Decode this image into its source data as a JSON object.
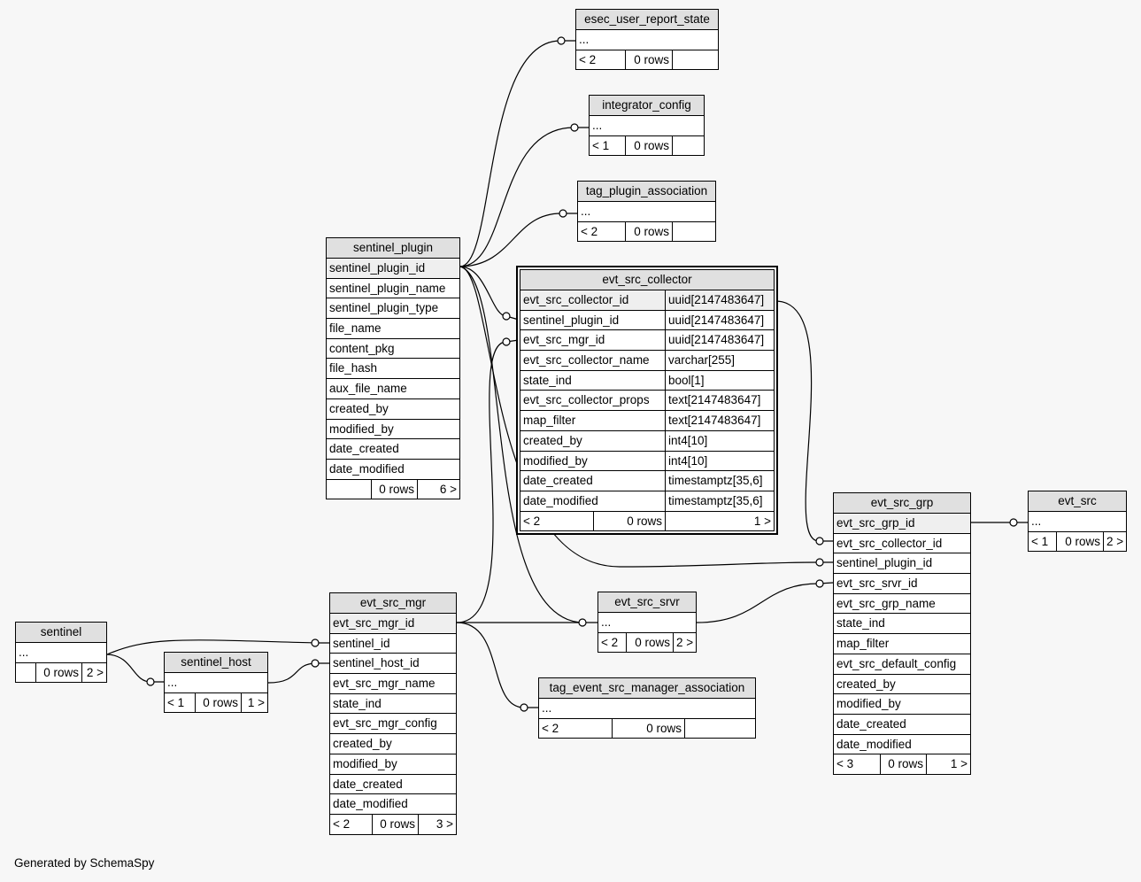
{
  "footer": "Generated by SchemaSpy",
  "tables": [
    {
      "id": "esec_user_report_state",
      "name": "esec_user_report_state",
      "rows": [
        {
          "cols": [
            "..."
          ]
        }
      ],
      "footer": [
        "< 2",
        "0 rows",
        ""
      ]
    },
    {
      "id": "integrator_config",
      "name": "integrator_config",
      "rows": [
        {
          "cols": [
            "..."
          ]
        }
      ],
      "footer": [
        "< 1",
        "0 rows",
        ""
      ]
    },
    {
      "id": "tag_plugin_association",
      "name": "tag_plugin_association",
      "rows": [
        {
          "cols": [
            "..."
          ]
        }
      ],
      "footer": [
        "< 2",
        "0 rows",
        ""
      ]
    },
    {
      "id": "sentinel_plugin",
      "name": "sentinel_plugin",
      "rows": [
        {
          "cols": [
            "sentinel_plugin_id"
          ],
          "key": true
        },
        {
          "cols": [
            "sentinel_plugin_name"
          ]
        },
        {
          "cols": [
            "sentinel_plugin_type"
          ]
        },
        {
          "cols": [
            "file_name"
          ]
        },
        {
          "cols": [
            "content_pkg"
          ]
        },
        {
          "cols": [
            "file_hash"
          ]
        },
        {
          "cols": [
            "aux_file_name"
          ]
        },
        {
          "cols": [
            "created_by"
          ]
        },
        {
          "cols": [
            "modified_by"
          ]
        },
        {
          "cols": [
            "date_created"
          ]
        },
        {
          "cols": [
            "date_modified"
          ]
        }
      ],
      "footer": [
        "",
        "0 rows",
        "6 >"
      ]
    },
    {
      "id": "evt_src_collector",
      "name": "evt_src_collector",
      "rows": [
        {
          "cols": [
            "evt_src_collector_id",
            "uuid[2147483647]"
          ],
          "key": true
        },
        {
          "cols": [
            "sentinel_plugin_id",
            "uuid[2147483647]"
          ]
        },
        {
          "cols": [
            "evt_src_mgr_id",
            "uuid[2147483647]"
          ]
        },
        {
          "cols": [
            "evt_src_collector_name",
            "varchar[255]"
          ]
        },
        {
          "cols": [
            "state_ind",
            "bool[1]"
          ]
        },
        {
          "cols": [
            "evt_src_collector_props",
            "text[2147483647]"
          ]
        },
        {
          "cols": [
            "map_filter",
            "text[2147483647]"
          ]
        },
        {
          "cols": [
            "created_by",
            "int4[10]"
          ]
        },
        {
          "cols": [
            "modified_by",
            "int4[10]"
          ]
        },
        {
          "cols": [
            "date_created",
            "timestamptz[35,6]"
          ]
        },
        {
          "cols": [
            "date_modified",
            "timestamptz[35,6]"
          ]
        }
      ],
      "footer": [
        "< 2",
        "0 rows",
        "1 >"
      ]
    },
    {
      "id": "evt_src_grp",
      "name": "evt_src_grp",
      "rows": [
        {
          "cols": [
            "evt_src_grp_id"
          ],
          "key": true
        },
        {
          "cols": [
            "evt_src_collector_id"
          ]
        },
        {
          "cols": [
            "sentinel_plugin_id"
          ]
        },
        {
          "cols": [
            "evt_src_srvr_id"
          ]
        },
        {
          "cols": [
            "evt_src_grp_name"
          ]
        },
        {
          "cols": [
            "state_ind"
          ]
        },
        {
          "cols": [
            "map_filter"
          ]
        },
        {
          "cols": [
            "evt_src_default_config"
          ]
        },
        {
          "cols": [
            "created_by"
          ]
        },
        {
          "cols": [
            "modified_by"
          ]
        },
        {
          "cols": [
            "date_created"
          ]
        },
        {
          "cols": [
            "date_modified"
          ]
        }
      ],
      "footer": [
        "< 3",
        "0 rows",
        "1 >"
      ]
    },
    {
      "id": "evt_src",
      "name": "evt_src",
      "rows": [
        {
          "cols": [
            "..."
          ]
        }
      ],
      "footer": [
        "< 1",
        "0 rows",
        "2 >"
      ]
    },
    {
      "id": "evt_src_srvr",
      "name": "evt_src_srvr",
      "rows": [
        {
          "cols": [
            "..."
          ]
        }
      ],
      "footer": [
        "< 2",
        "0 rows",
        "2 >"
      ]
    },
    {
      "id": "evt_src_mgr",
      "name": "evt_src_mgr",
      "rows": [
        {
          "cols": [
            "evt_src_mgr_id"
          ],
          "key": true
        },
        {
          "cols": [
            "sentinel_id"
          ]
        },
        {
          "cols": [
            "sentinel_host_id"
          ]
        },
        {
          "cols": [
            "evt_src_mgr_name"
          ]
        },
        {
          "cols": [
            "state_ind"
          ]
        },
        {
          "cols": [
            "evt_src_mgr_config"
          ]
        },
        {
          "cols": [
            "created_by"
          ]
        },
        {
          "cols": [
            "modified_by"
          ]
        },
        {
          "cols": [
            "date_created"
          ]
        },
        {
          "cols": [
            "date_modified"
          ]
        }
      ],
      "footer": [
        "< 2",
        "0 rows",
        "3 >"
      ]
    },
    {
      "id": "sentinel",
      "name": "sentinel",
      "rows": [
        {
          "cols": [
            "..."
          ]
        }
      ],
      "footer": [
        "",
        "0 rows",
        "2 >"
      ]
    },
    {
      "id": "sentinel_host",
      "name": "sentinel_host",
      "rows": [
        {
          "cols": [
            "..."
          ]
        }
      ],
      "footer": [
        "< 1",
        "0 rows",
        "1 >"
      ]
    },
    {
      "id": "tag_event_src_manager_association",
      "name": "tag_event_src_manager_association",
      "rows": [
        {
          "cols": [
            "..."
          ]
        }
      ],
      "footer": [
        "< 2",
        "0 rows",
        ""
      ]
    }
  ]
}
